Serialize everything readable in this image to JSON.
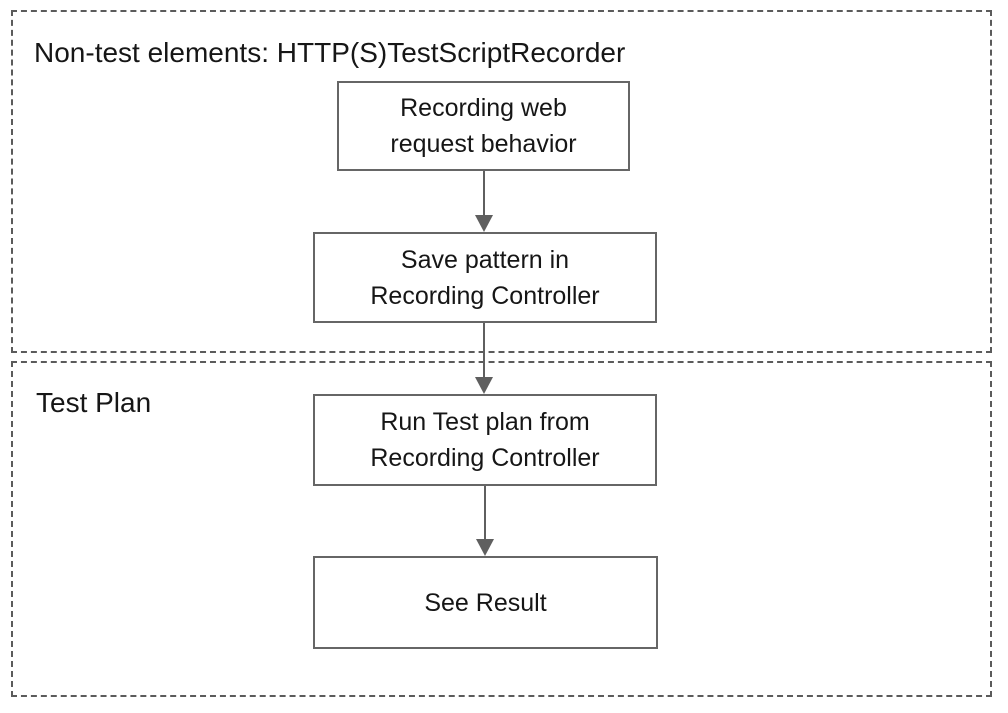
{
  "theme": {
    "background": "#ffffff",
    "box_border": "#666666",
    "dash_border": "#5b5b5b",
    "arrow_color": "#5f5f5f",
    "text_color": "#161616"
  },
  "diagram": {
    "type": "flowchart",
    "groups": [
      {
        "id": "non-test-elements",
        "label": "Non-test elements: HTTP(S)TestScriptRecorder"
      },
      {
        "id": "test-plan",
        "label": "Test Plan"
      }
    ],
    "nodes": [
      {
        "id": "recording-web-request-behavior",
        "group": "non-test-elements",
        "label": "Recording web\nrequest behavior"
      },
      {
        "id": "save-pattern-in-recording-controller",
        "group": "non-test-elements",
        "label": "Save pattern in\nRecording Controller"
      },
      {
        "id": "run-test-plan-from-recording-controller",
        "group": "test-plan",
        "label": "Run Test plan from\nRecording Controller"
      },
      {
        "id": "see-result",
        "group": "test-plan",
        "label": "See Result"
      }
    ],
    "edges": [
      {
        "from": "recording-web-request-behavior",
        "to": "save-pattern-in-recording-controller"
      },
      {
        "from": "save-pattern-in-recording-controller",
        "to": "run-test-plan-from-recording-controller"
      },
      {
        "from": "run-test-plan-from-recording-controller",
        "to": "see-result"
      }
    ]
  }
}
